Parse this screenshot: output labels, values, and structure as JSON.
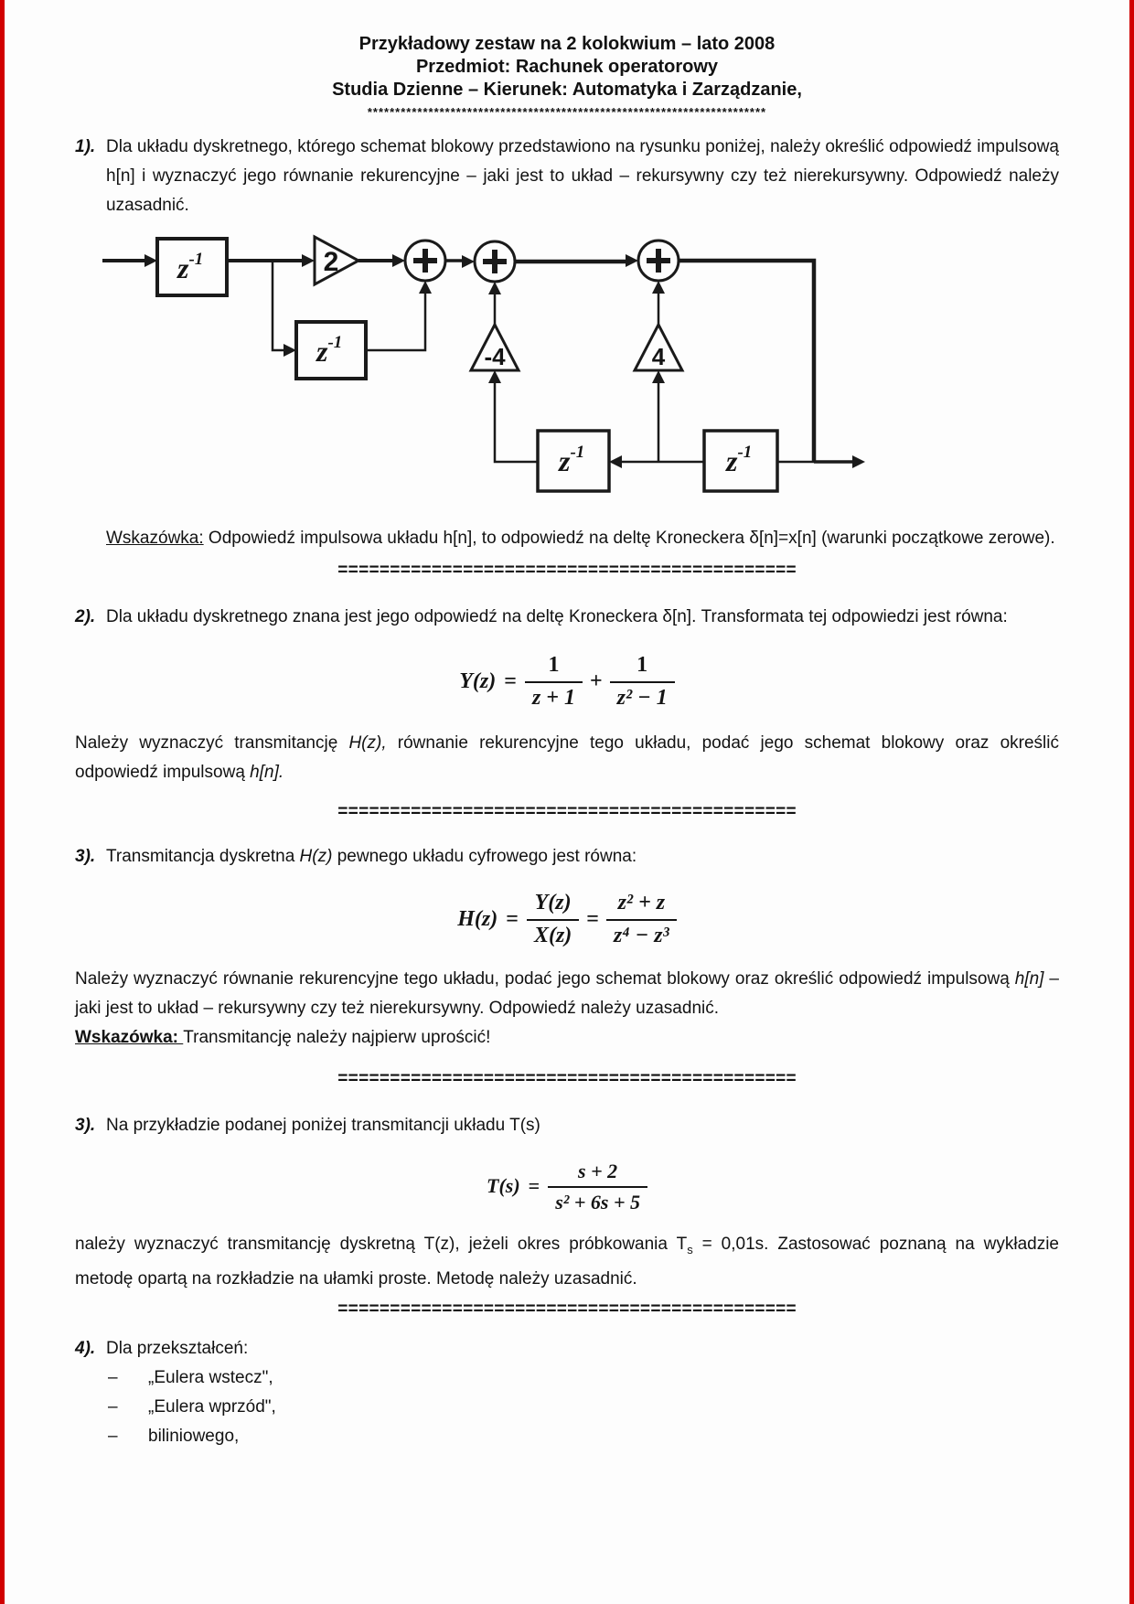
{
  "page": {
    "edge_color": "#d10000"
  },
  "header": {
    "line1": "Przykładowy zestaw na 2 kolokwium – lato 2008",
    "line2": "Przedmiot: Rachunek operatorowy",
    "line3": "Studia Dzienne – Kierunek: Automatyka i Zarządzanie,",
    "stars": "************************************************************************"
  },
  "separator": "============================================",
  "problem1": {
    "number": "1).",
    "text": "Dla układu dyskretnego, którego schemat blokowy przedstawiono na rysunku poniżej, należy określić odpowiedź impulsową h[n] i wyznaczyć jego równanie rekurencyjne – jaki jest to układ – rekursywny czy też nierekursywny. Odpowiedź należy uzasadnić.",
    "hint_label": "Wskazówka:",
    "hint_text": " Odpowiedź impulsowa układu h[n], to odpowiedź na deltę Kroneckera δ[n]=x[n] (warunki początkowe zerowe)."
  },
  "diagram": {
    "delay_base": "z",
    "delay_sup": "-1",
    "gain_top": "2",
    "gain_left": "-4",
    "gain_right": "4"
  },
  "problem2": {
    "number": "2).",
    "text": "Dla układu dyskretnego znana jest jego odpowiedź na deltę Kroneckera δ[n]. Transformata tej odpowiedzi jest równa:",
    "formula": {
      "lhs": "Y(z)",
      "eq": "=",
      "num1": "1",
      "den1": "z + 1",
      "op": "+",
      "num2": "1",
      "den2": "z² − 1"
    },
    "after_a": "Należy wyznaczyć transmitancję ",
    "after_it1": "H(z),",
    "after_b": " równanie rekurencyjne tego układu, podać jego schemat blokowy oraz określić odpowiedź impulsową ",
    "after_it2": "h[n]."
  },
  "problem3a": {
    "number": "3).",
    "intro_a": "Transmitancja dyskretna ",
    "intro_it": "H(z)",
    "intro_b": " pewnego układu cyfrowego jest równa:",
    "formula": {
      "lhs": "H(z)",
      "eq1": "=",
      "num1": "Y(z)",
      "den1": "X(z)",
      "eq2": "=",
      "num2": "z² + z",
      "den2": "z⁴ − z³"
    },
    "after_a": "Należy wyznaczyć równanie rekurencyjne tego układu, podać jego schemat blokowy oraz określić odpowiedź impulsową ",
    "after_it": "h[n]",
    "after_b": " – jaki jest to układ – rekursywny czy też nierekursywny. Odpowiedź należy uzasadnić.",
    "hint_label": "Wskazówka: ",
    "hint_text": "Transmitancję należy najpierw uprościć!"
  },
  "problem3b": {
    "number": "3).",
    "text": "Na przykładzie podanej poniżej transmitancji układu T(s)",
    "formula": {
      "lhs": "T(s)",
      "eq": "=",
      "num": "s + 2",
      "den": "s² + 6s + 5"
    },
    "after_a": "należy wyznaczyć transmitancję dyskretną T(z), jeżeli okres próbkowania T",
    "after_sub": "s",
    "after_b": " = 0,01s. Zastosować poznaną na wykładzie metodę opartą na rozkładzie na ułamki proste. Metodę należy uzasadnić."
  },
  "problem4": {
    "number": "4).",
    "text": "Dla przekształceń:",
    "items": [
      {
        "marker": "–",
        "label": "„Eulera wstecz\","
      },
      {
        "marker": "–",
        "label": "„Eulera wprzód\","
      },
      {
        "marker": "–",
        "label": "biliniowego,"
      }
    ]
  }
}
